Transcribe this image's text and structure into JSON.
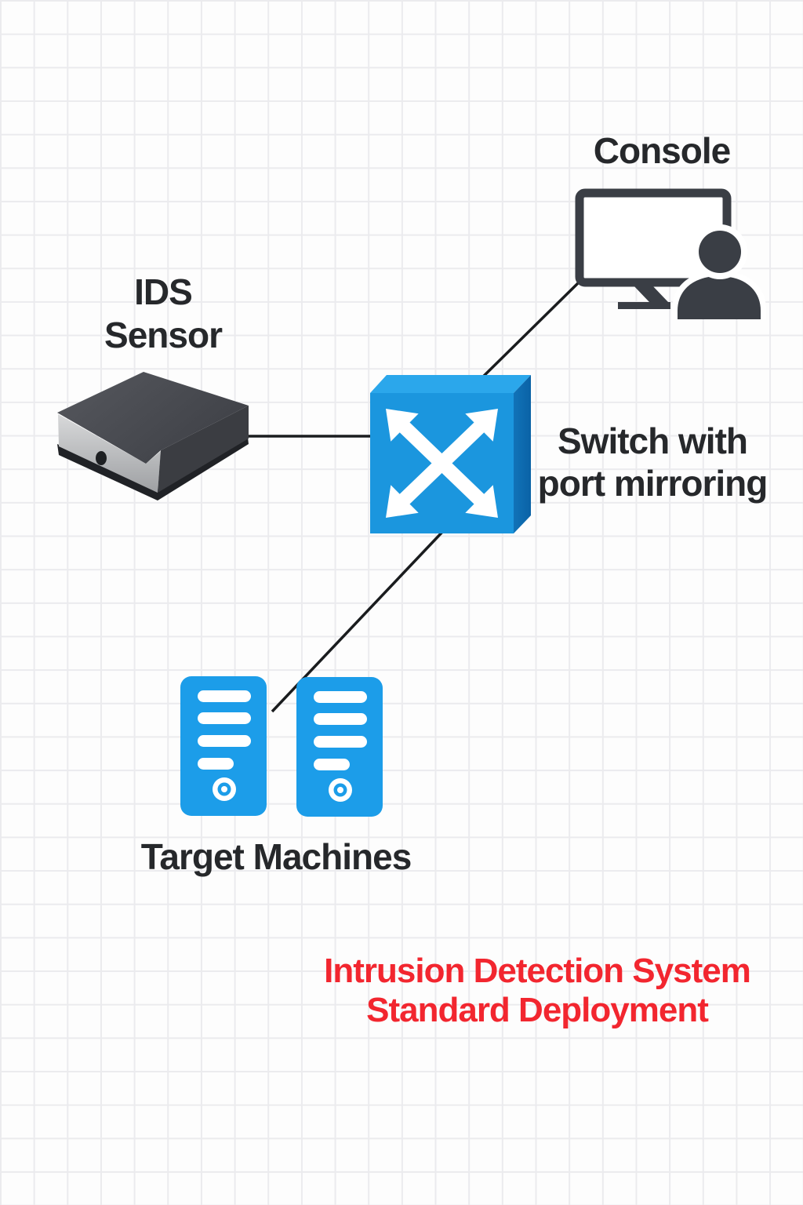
{
  "labels": {
    "console": "Console",
    "ids_sensor": {
      "line1": "IDS",
      "line2": "Sensor"
    },
    "switch": {
      "line1": "Switch with",
      "line2": "port mirroring"
    },
    "target_machines": "Target Machines"
  },
  "title": {
    "line1": "Intrusion Detection System",
    "line2": "Standard Deployment",
    "color": "#F2262F"
  },
  "colors": {
    "background": "#FDFDFD",
    "grid_line": "#EBEBEE",
    "connector": "#1A1C1E",
    "icon_dark": "#3A3E45",
    "label_text": "#26282B",
    "switch_front": "#1B96DE",
    "switch_top": "#2BA7EB",
    "switch_side": "#0D6DB3",
    "server_blue": "#1C9DE9",
    "sensor_top_dark": "#4A4C52",
    "sensor_front_silver": "#C6C8CA",
    "sensor_side_dark": "#3B3D42",
    "sensor_base_black": "#202226",
    "arrow_white": "#FFFFFF"
  },
  "icons": {
    "console": "monitor-user-icon",
    "ids_sensor": "appliance-box-icon",
    "switch": "switch-cross-arrows-icon",
    "targets": "server-tower-icon"
  }
}
